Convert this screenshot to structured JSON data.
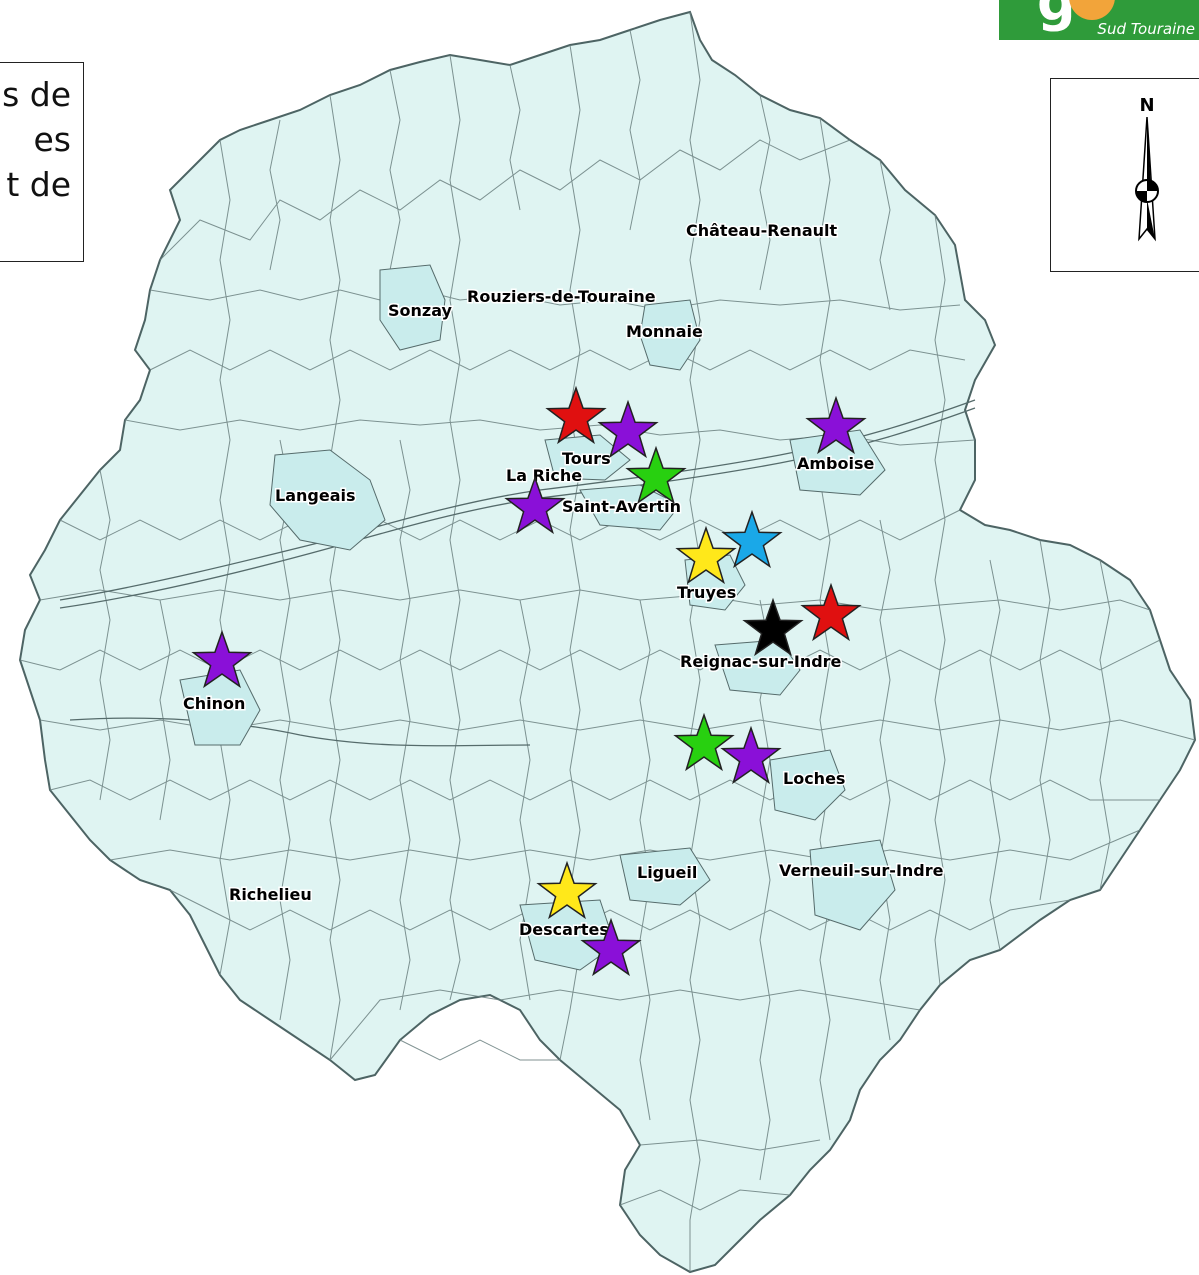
{
  "legend": {
    "lines": [
      "s de",
      "es",
      "t de"
    ]
  },
  "logo": {
    "text": "Sud Touraine",
    "colors": {
      "green": "#2f9b3a",
      "orange": "#f2a43a"
    }
  },
  "north_arrow": {
    "label": "N"
  },
  "map": {
    "fill": "#dff4f2",
    "highlight_fill": "#cbeeee",
    "border": "#556b6b"
  },
  "places": [
    {
      "name": "Château-Renault"
    },
    {
      "name": "Rouziers-de-Touraine"
    },
    {
      "name": "Sonzay"
    },
    {
      "name": "Monnaie"
    },
    {
      "name": "Tours"
    },
    {
      "name": "La Riche"
    },
    {
      "name": "Amboise"
    },
    {
      "name": "Langeais"
    },
    {
      "name": "Saint-Avertin"
    },
    {
      "name": "Truyes"
    },
    {
      "name": "Reignac-sur-Indre"
    },
    {
      "name": "Chinon"
    },
    {
      "name": "Loches"
    },
    {
      "name": "Ligueil"
    },
    {
      "name": "Verneuil-sur-Indre"
    },
    {
      "name": "Richelieu"
    },
    {
      "name": "Descartes"
    }
  ],
  "markers": [
    {
      "color": "#e01010",
      "name": "red-star-tours"
    },
    {
      "color": "#8a10d8",
      "name": "purple-star-tours"
    },
    {
      "color": "#8a10d8",
      "name": "purple-star-amboise"
    },
    {
      "color": "#28d010",
      "name": "green-star-saint-avertin"
    },
    {
      "color": "#8a10d8",
      "name": "purple-star-la-riche"
    },
    {
      "color": "#ffe81a",
      "name": "yellow-star-truyes"
    },
    {
      "color": "#1aa8e8",
      "name": "blue-star-truyes"
    },
    {
      "color": "#e01010",
      "name": "red-star-reignac"
    },
    {
      "color": "#000000",
      "name": "black-star-reignac"
    },
    {
      "color": "#8a10d8",
      "name": "purple-star-chinon"
    },
    {
      "color": "#28d010",
      "name": "green-star-loches"
    },
    {
      "color": "#8a10d8",
      "name": "purple-star-loches"
    },
    {
      "color": "#ffe81a",
      "name": "yellow-star-descartes"
    },
    {
      "color": "#8a10d8",
      "name": "purple-star-descartes"
    }
  ]
}
